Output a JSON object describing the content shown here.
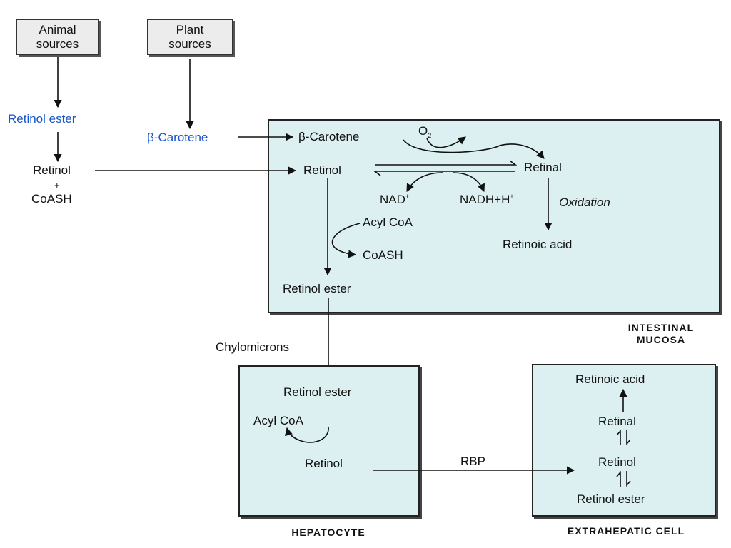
{
  "sources": {
    "animal": [
      "Animal",
      "sources"
    ],
    "plant": [
      "Plant",
      "sources"
    ]
  },
  "outside": {
    "retinol_ester": "Retinol ester",
    "beta_carotene": "β-Carotene",
    "retinol": "Retinol",
    "plus": "+",
    "coash": "CoASH"
  },
  "mucosa": {
    "beta_carotene": "β-Carotene",
    "o2": "O",
    "o2_sub": "2",
    "retinol": "Retinol",
    "retinal": "Retinal",
    "nad": "NAD",
    "nad_sup": "+",
    "nadh": "NADH+H",
    "nadh_sup": "+",
    "oxidation": "Oxidation",
    "acyl_coa": "Acyl CoA",
    "coash": "CoASH",
    "retinoic_acid": "Retinoic acid",
    "retinol_ester": "Retinol ester",
    "region_label": [
      "INTESTINAL",
      "MUCOSA"
    ]
  },
  "transport": {
    "chylomicrons": "Chylomicrons",
    "rbp": "RBP"
  },
  "hepatocyte": {
    "retinol_ester": "Retinol ester",
    "acyl_coa": "Acyl CoA",
    "retinol": "Retinol",
    "region_label": "HEPATOCYTE"
  },
  "extrahepatic": {
    "retinoic_acid": "Retinoic acid",
    "retinal": "Retinal",
    "retinol": "Retinol",
    "retinol_ester": "Retinol ester",
    "region_label": "EXTRAHEPATIC CELL"
  },
  "colors": {
    "region_fill": "#dcf0f2",
    "highlight_text": "#1a56c8",
    "line": "#111111"
  }
}
